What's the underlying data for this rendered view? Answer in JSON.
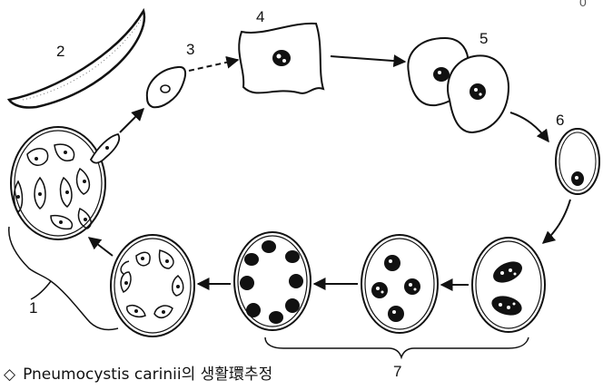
{
  "diagram": {
    "stage_labels": [
      "1",
      "2",
      "3",
      "4",
      "5",
      "6"
    ],
    "bracket_label": "7",
    "caption_symbol": "◇",
    "caption_text": "Pneumocystis carinii의 생활環추정",
    "corner_mark": "0"
  }
}
